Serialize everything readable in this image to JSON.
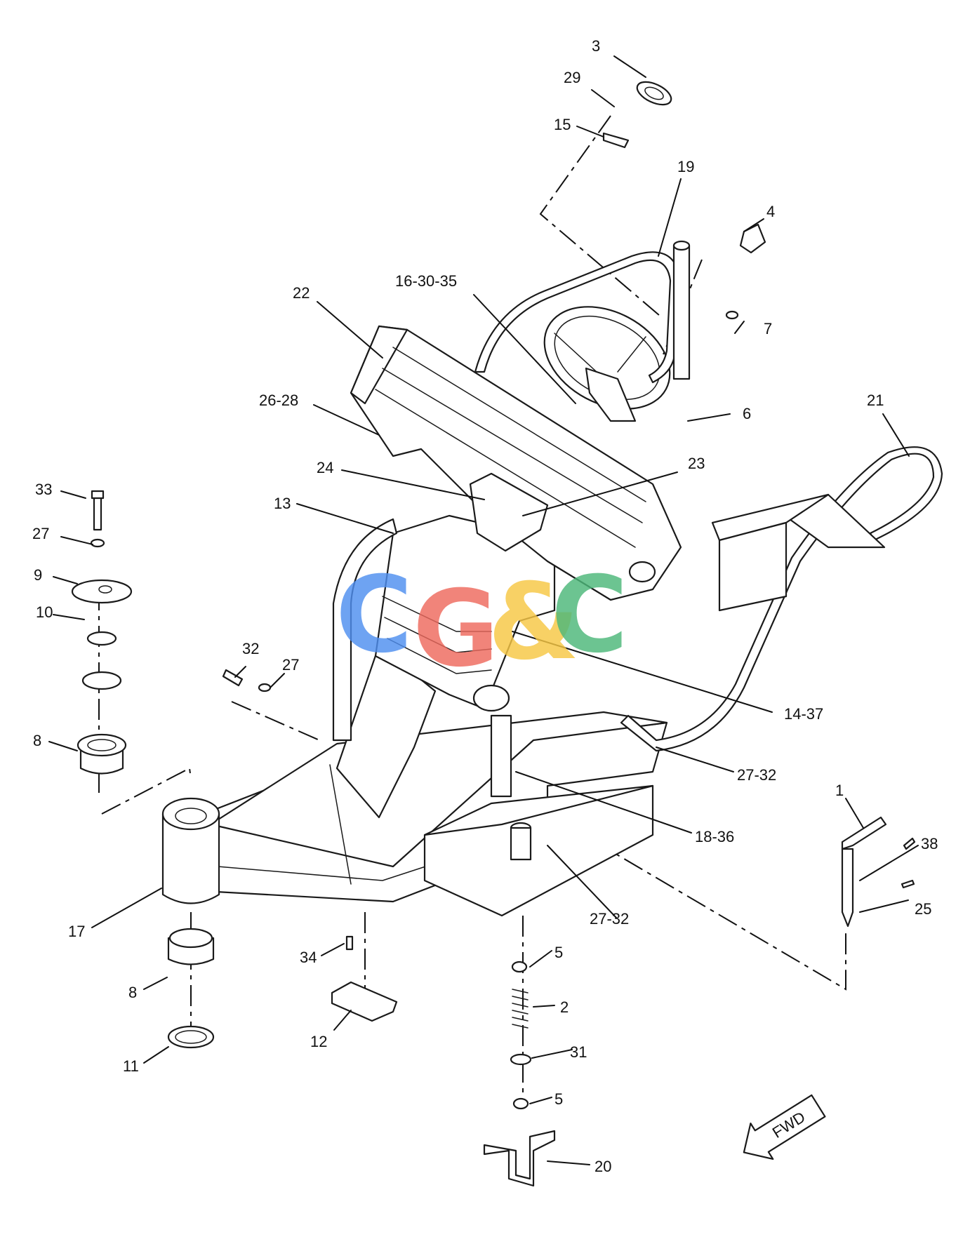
{
  "diagram": {
    "callouts": [
      {
        "id": "c3",
        "text": "3"
      },
      {
        "id": "c29",
        "text": "29"
      },
      {
        "id": "c15",
        "text": "15"
      },
      {
        "id": "c19",
        "text": "19"
      },
      {
        "id": "c4",
        "text": "4"
      },
      {
        "id": "c16_30_35",
        "text": "16-30-35"
      },
      {
        "id": "c22",
        "text": "22"
      },
      {
        "id": "c7",
        "text": "7"
      },
      {
        "id": "c26_28",
        "text": "26-28"
      },
      {
        "id": "c6",
        "text": "6"
      },
      {
        "id": "c21",
        "text": "21"
      },
      {
        "id": "c24",
        "text": "24"
      },
      {
        "id": "c23",
        "text": "23"
      },
      {
        "id": "c33",
        "text": "33"
      },
      {
        "id": "c13",
        "text": "13"
      },
      {
        "id": "c27a",
        "text": "27"
      },
      {
        "id": "c9",
        "text": "9"
      },
      {
        "id": "c10",
        "text": "10"
      },
      {
        "id": "c32",
        "text": "32"
      },
      {
        "id": "c27b",
        "text": "27"
      },
      {
        "id": "c14_37",
        "text": "14-37"
      },
      {
        "id": "c8a",
        "text": "8"
      },
      {
        "id": "c27_32a",
        "text": "27-32"
      },
      {
        "id": "c1",
        "text": "1"
      },
      {
        "id": "c18_36",
        "text": "18-36"
      },
      {
        "id": "c38",
        "text": "38"
      },
      {
        "id": "c25",
        "text": "25"
      },
      {
        "id": "c17",
        "text": "17"
      },
      {
        "id": "c27_32b",
        "text": "27-32"
      },
      {
        "id": "c5a",
        "text": "5"
      },
      {
        "id": "c34",
        "text": "34"
      },
      {
        "id": "c8b",
        "text": "8"
      },
      {
        "id": "c2",
        "text": "2"
      },
      {
        "id": "c12",
        "text": "12"
      },
      {
        "id": "c31",
        "text": "31"
      },
      {
        "id": "c11",
        "text": "11"
      },
      {
        "id": "c5b",
        "text": "5"
      },
      {
        "id": "c20",
        "text": "20"
      }
    ],
    "fwd_label": "FWD",
    "watermark": {
      "letters": [
        {
          "char": "C",
          "color": "#4f8ff0"
        },
        {
          "char": "G",
          "color": "#ee6a5e"
        },
        {
          "char": "&",
          "color": "#f7c744"
        },
        {
          "char": "C",
          "color": "#4db87a"
        }
      ]
    }
  }
}
